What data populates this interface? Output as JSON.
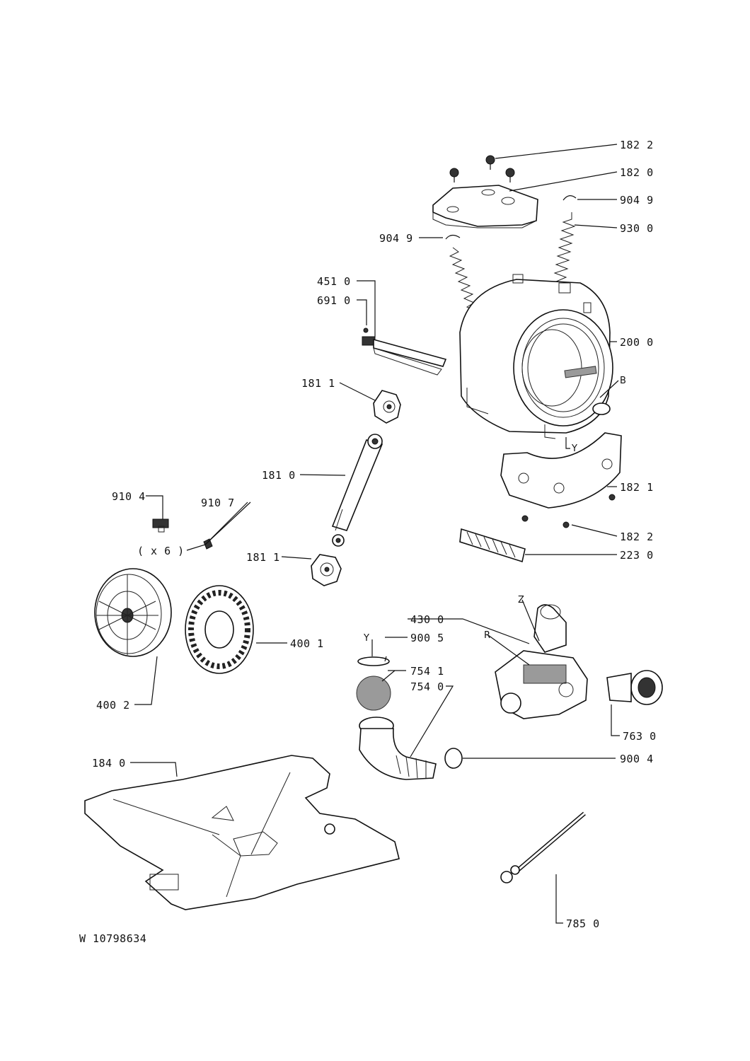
{
  "diagram": {
    "labels": [
      {
        "id": "182-2-top",
        "text": "182 2"
      },
      {
        "id": "182-0",
        "text": "182 0"
      },
      {
        "id": "904-9-right",
        "text": "904 9"
      },
      {
        "id": "930-0",
        "text": "930 0"
      },
      {
        "id": "904-9-left",
        "text": "904 9"
      },
      {
        "id": "451-0",
        "text": "451 0"
      },
      {
        "id": "691-0",
        "text": "691 0"
      },
      {
        "id": "200-0",
        "text": "200 0"
      },
      {
        "id": "B",
        "text": "B"
      },
      {
        "id": "181-1-top",
        "text": "181 1"
      },
      {
        "id": "Y-tub",
        "text": "Y"
      },
      {
        "id": "181-0",
        "text": "181 0"
      },
      {
        "id": "182-1",
        "text": "182 1"
      },
      {
        "id": "910-4",
        "text": "910 4"
      },
      {
        "id": "910-7",
        "text": "910 7"
      },
      {
        "id": "x6",
        "text": "( x 6 )"
      },
      {
        "id": "182-2-bottom",
        "text": "182 2"
      },
      {
        "id": "223-0",
        "text": "223 0"
      },
      {
        "id": "181-1-bottom",
        "text": "181 1"
      },
      {
        "id": "Z",
        "text": "Z"
      },
      {
        "id": "430-0",
        "text": "430 0"
      },
      {
        "id": "R",
        "text": "R"
      },
      {
        "id": "Y-valve",
        "text": "Y"
      },
      {
        "id": "900-5",
        "text": "900 5"
      },
      {
        "id": "400-1",
        "text": "400 1"
      },
      {
        "id": "754-1",
        "text": "754 1"
      },
      {
        "id": "754-0",
        "text": "754 0"
      },
      {
        "id": "400-2",
        "text": "400 2"
      },
      {
        "id": "763-0",
        "text": "763 0"
      },
      {
        "id": "900-4",
        "text": "900 4"
      },
      {
        "id": "184-0",
        "text": "184 0"
      },
      {
        "id": "785-0",
        "text": "785 0"
      }
    ],
    "reference": "W 10798634"
  }
}
